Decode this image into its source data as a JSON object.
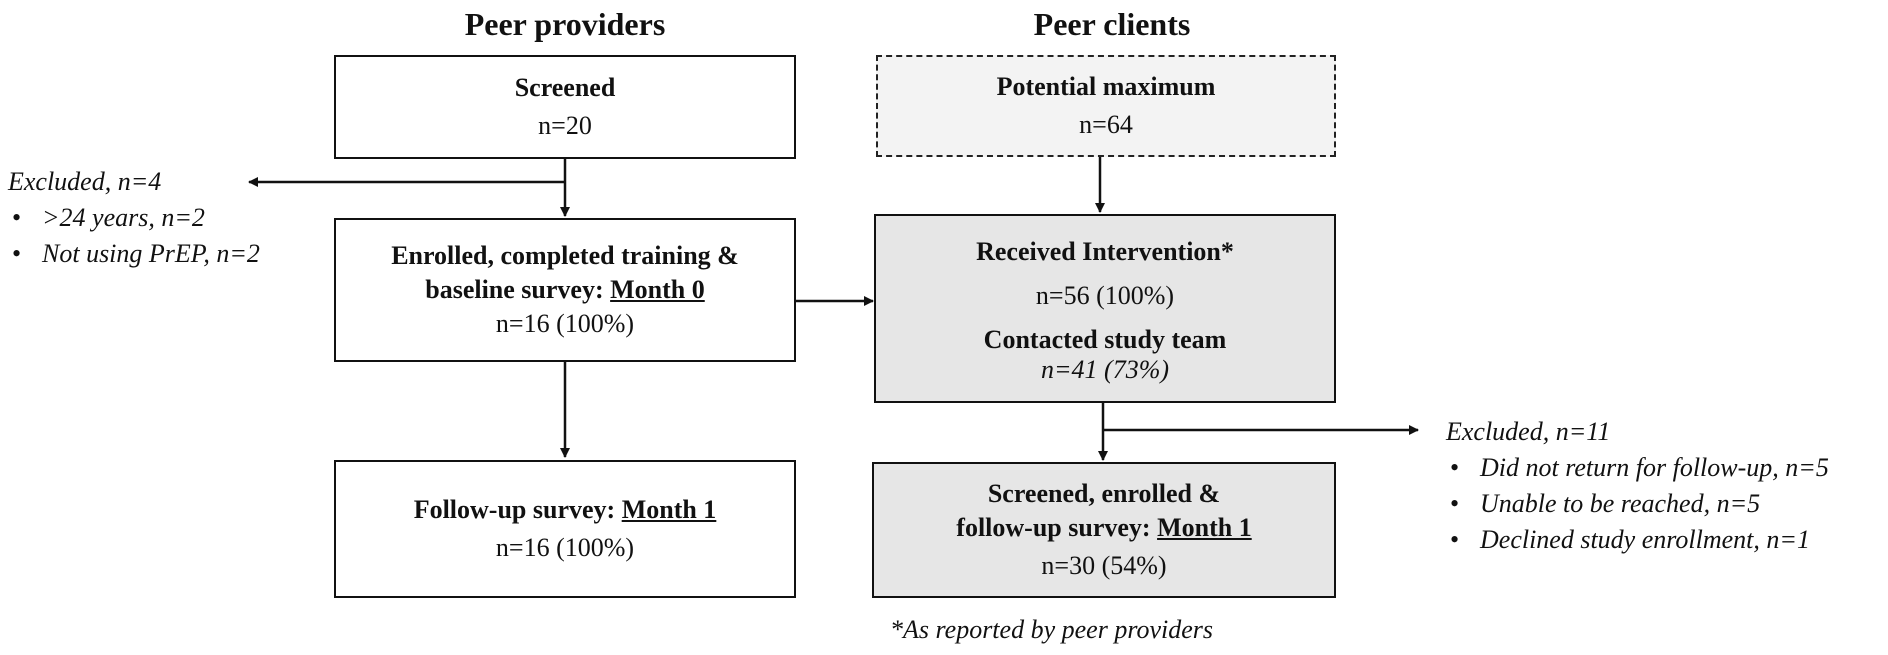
{
  "headers": {
    "providers": "Peer providers",
    "clients": "Peer clients"
  },
  "providers": {
    "screened": {
      "title": "Screened",
      "n": "n=20"
    },
    "excluded": {
      "title": "Excluded, n=4",
      "items": [
        ">24 years, n=2",
        "Not using PrEP, n=2"
      ]
    },
    "enrolled": {
      "title_line1": "Enrolled, completed training &",
      "title_line2_prefix": "baseline survey: ",
      "title_line2_emph": "Month 0",
      "n": "n=16 (100%)"
    },
    "followup": {
      "title_prefix": "Follow-up survey: ",
      "title_emph": "Month 1",
      "n": "n=16 (100%)"
    }
  },
  "clients": {
    "potential": {
      "title": "Potential maximum",
      "n": "n=64"
    },
    "received": {
      "title": "Received Intervention*",
      "n": "n=56 (100%)",
      "contacted_title": "Contacted study team",
      "contacted_n": "n=41 (73%)"
    },
    "excluded": {
      "title": "Excluded, n=11",
      "items": [
        "Did not return for follow-up, n=5",
        "Unable to be reached, n=5",
        "Declined study enrollment, n=1"
      ]
    },
    "screened": {
      "title_line1": "Screened, enrolled &",
      "title_line2_prefix": "follow-up survey: ",
      "title_line2_emph": "Month 1",
      "n": "n=30 (54%)"
    }
  },
  "footnote": "*As reported by peer providers"
}
